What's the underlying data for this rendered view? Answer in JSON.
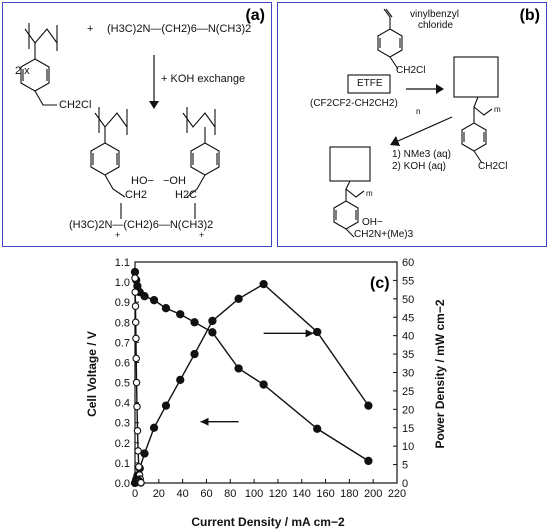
{
  "panel_a": {
    "label": "(a)",
    "coef": "2 x",
    "plus": "+",
    "diamine": "(H3C)2N—(CH2)6—N(CH3)2",
    "ch2cl": "CH2Cl",
    "arrow_label": "+ KOH exchange",
    "hydroxide_left": "HO−",
    "hydroxide_right": "−OH",
    "ch2_left": "CH2",
    "ch2_right": "H2C",
    "bridge": "(H3C)2N—(CH2)6—N(CH3)2",
    "plus_left": "+",
    "plus_right": "+"
  },
  "panel_b": {
    "label": "(b)",
    "monomer_line1": "vinylbenzyl",
    "monomer_line2": "chloride",
    "etfe_box": "ETFE",
    "etfe_chain": "(CF2CF2-CH2CH2)",
    "n": "n",
    "m1": "m",
    "ch2cl": "CH2Cl",
    "step1": "1) NMe3 (aq)",
    "step2": "2) KOH (aq)",
    "m2": "m",
    "oh": "OH−",
    "quat": "CH2N+(Me)3"
  },
  "chart_data": {
    "type": "line",
    "panel_label": "(c)",
    "xlabel": "Current Density / mA cm−2",
    "ylabel_left": "Cell Voltage / V",
    "ylabel_right": "Power Density / mW cm−2",
    "xlim": [
      0,
      220
    ],
    "ylim_left": [
      0,
      1.1
    ],
    "ylim_right": [
      0,
      60
    ],
    "x_ticks": [
      0,
      20,
      40,
      60,
      80,
      100,
      120,
      140,
      160,
      180,
      200,
      220
    ],
    "y_left_ticks": [
      0.0,
      0.1,
      0.2,
      0.3,
      0.4,
      0.5,
      0.6,
      0.7,
      0.8,
      0.9,
      1.0,
      1.1
    ],
    "y_right_ticks": [
      0,
      5,
      10,
      15,
      20,
      25,
      30,
      35,
      40,
      45,
      50,
      55,
      60
    ],
    "series": [
      {
        "axis": "left",
        "marker": "filled",
        "x": [
          0,
          1,
          2,
          4,
          8,
          16,
          26,
          38,
          50,
          65,
          87,
          108,
          153,
          196
        ],
        "y": [
          1.05,
          1.01,
          0.98,
          0.95,
          0.93,
          0.91,
          0.87,
          0.84,
          0.8,
          0.75,
          0.57,
          0.49,
          0.27,
          0.11
        ]
      },
      {
        "axis": "right",
        "marker": "filled",
        "x": [
          0,
          1,
          2,
          4,
          8,
          16,
          26,
          38,
          50,
          65,
          87,
          108,
          153,
          196
        ],
        "y": [
          0,
          1,
          2,
          4,
          8,
          15,
          21,
          28,
          35,
          44,
          50,
          54,
          41,
          21
        ]
      },
      {
        "axis": "left",
        "marker": "open",
        "x": [
          0,
          0.2,
          0.4,
          0.6,
          0.8,
          1.0,
          1.3,
          1.7,
          2.1,
          2.6,
          3.2,
          3.8,
          4.4,
          5.0
        ],
        "y": [
          1.02,
          0.95,
          0.88,
          0.8,
          0.72,
          0.62,
          0.5,
          0.38,
          0.26,
          0.16,
          0.08,
          0.04,
          0.02,
          0.0
        ]
      },
      {
        "axis": "right",
        "marker": "open",
        "x": [
          0,
          0.3,
          0.6,
          0.9,
          1.2,
          1.6,
          2.0,
          2.4,
          2.8,
          3.3,
          3.8,
          4.4,
          5.0
        ],
        "y": [
          0,
          0.2,
          0.4,
          0.6,
          0.8,
          0.9,
          1.0,
          0.9,
          0.8,
          0.7,
          0.5,
          0.3,
          0.1
        ]
      }
    ],
    "arrows": [
      {
        "target": "right",
        "x_from": 108,
        "x_to": 150,
        "y": 0.745
      },
      {
        "target": "left",
        "x_from": 87,
        "x_to": 55,
        "y": 0.305
      }
    ]
  }
}
